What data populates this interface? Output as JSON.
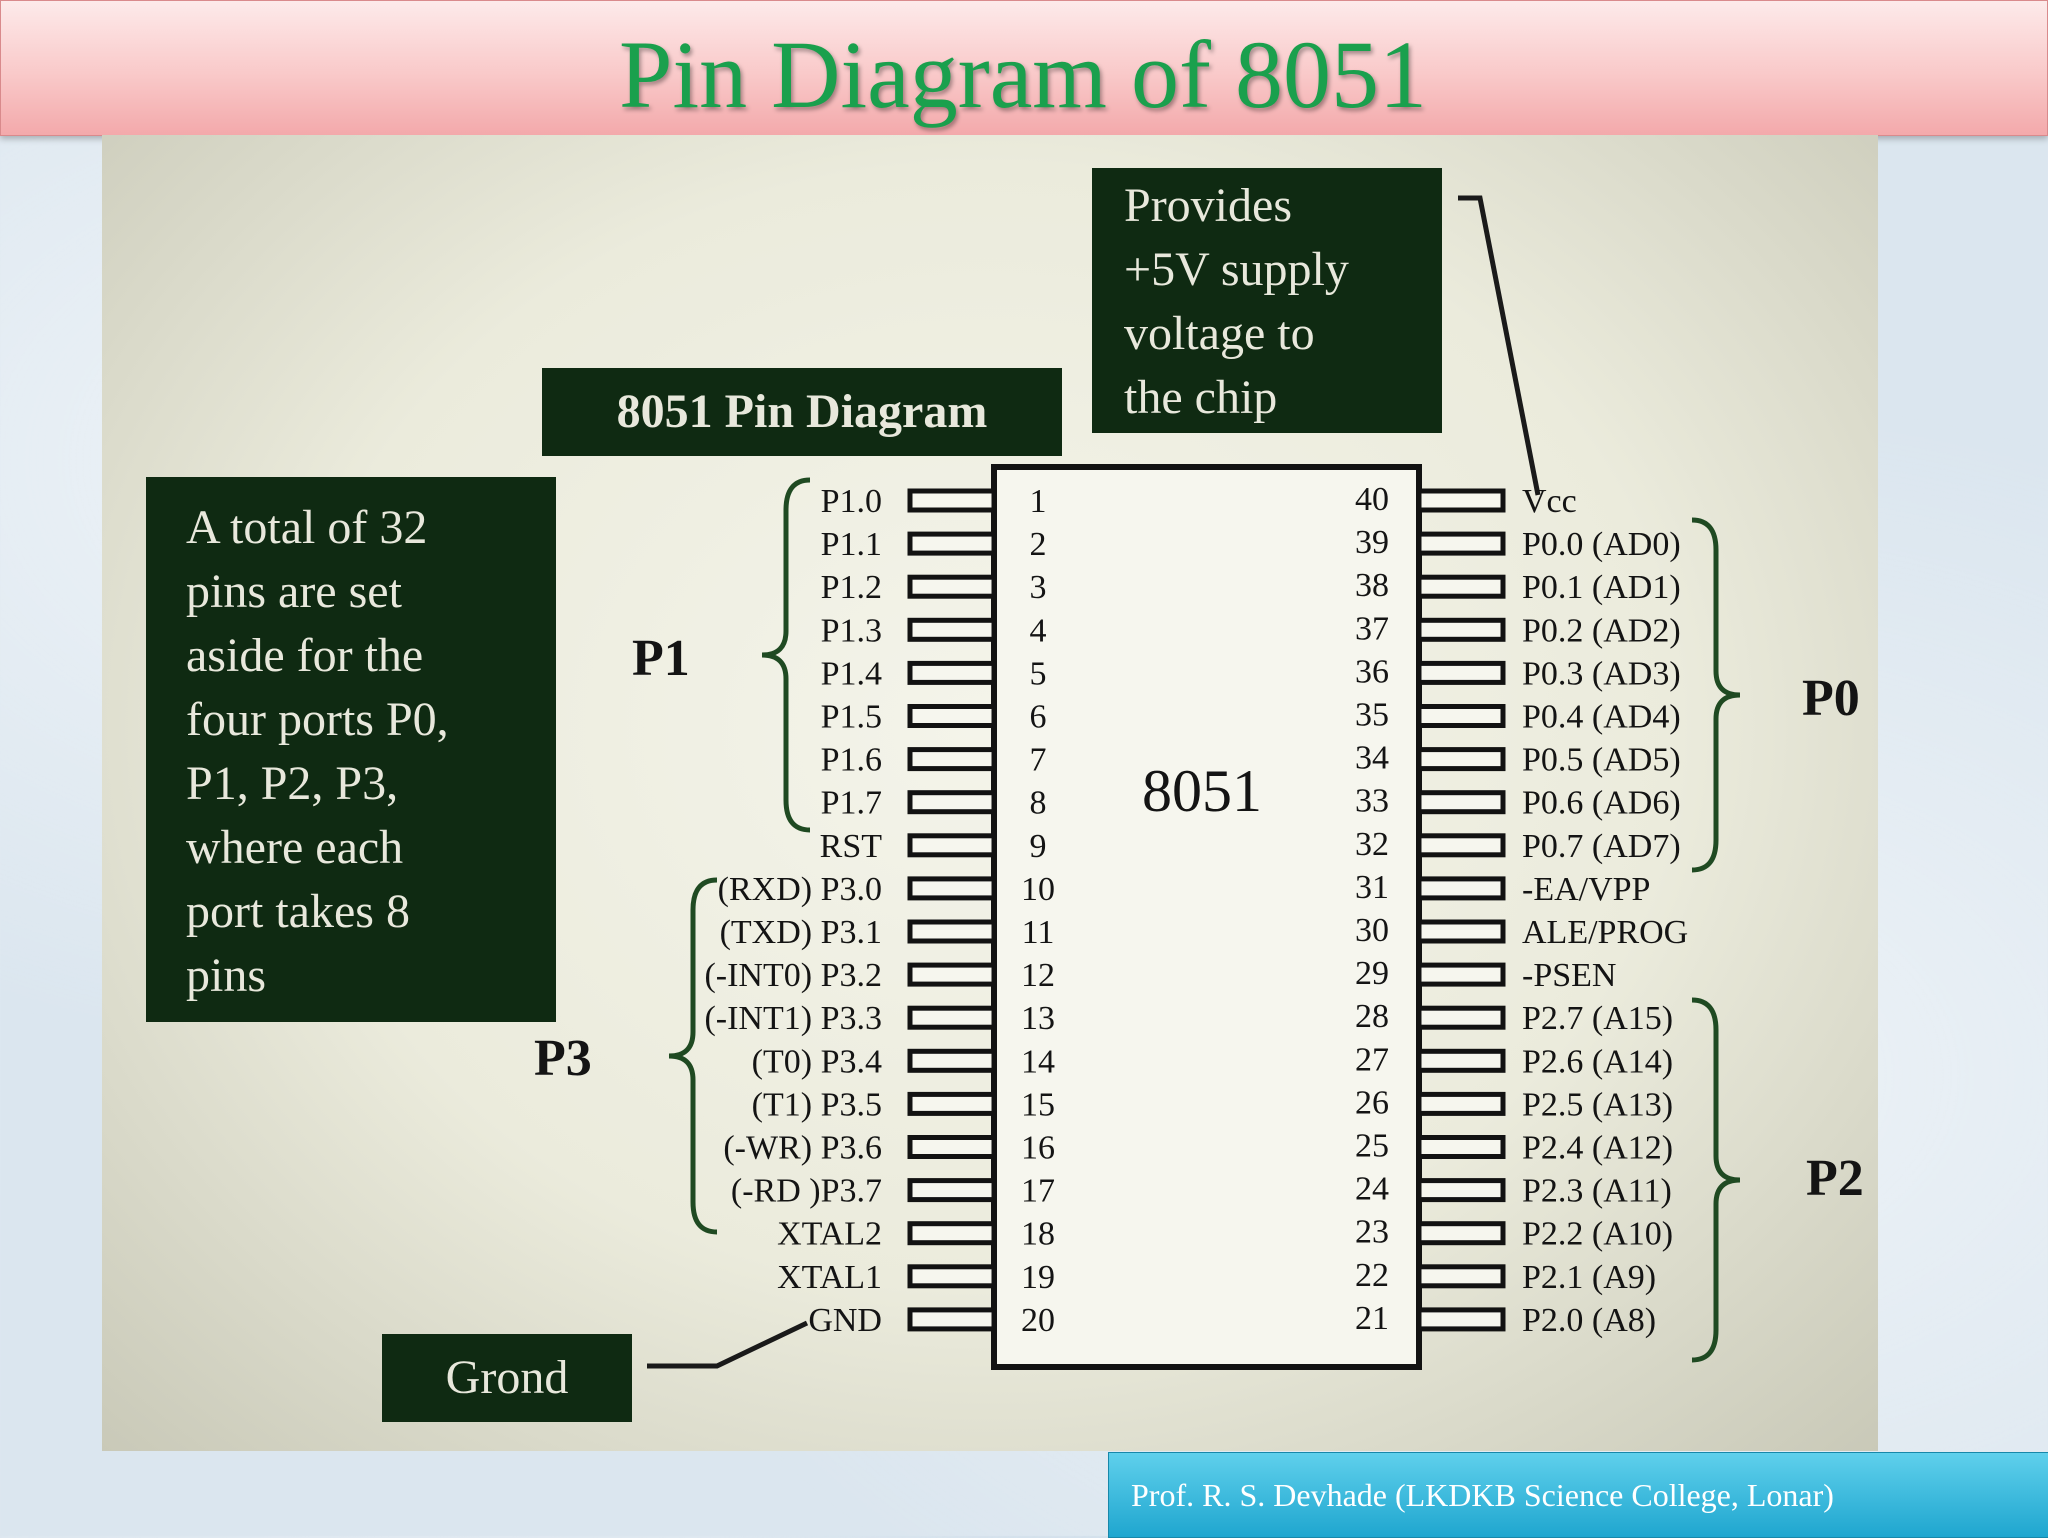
{
  "slide": {
    "title": "Pin Diagram of 8051",
    "footer": "Prof. R. S. Devhade  (LKDKB Science College, Lonar)"
  },
  "diagram": {
    "heading": "8051 Pin Diagram",
    "chip_label": "8051",
    "callout_supply": [
      "Provides",
      "+5V supply",
      "voltage to",
      "the chip"
    ],
    "callout_ports": [
      "A total of 32",
      "pins are set",
      "aside for the",
      "four ports P0,",
      "P1, P2, P3,",
      "where each",
      "port takes 8",
      "pins"
    ],
    "callout_ground": "Grond",
    "left_pins": [
      {
        "num": "1",
        "label": "P1.0"
      },
      {
        "num": "2",
        "label": "P1.1"
      },
      {
        "num": "3",
        "label": "P1.2"
      },
      {
        "num": "4",
        "label": "P1.3"
      },
      {
        "num": "5",
        "label": "P1.4"
      },
      {
        "num": "6",
        "label": "P1.5"
      },
      {
        "num": "7",
        "label": "P1.6"
      },
      {
        "num": "8",
        "label": "P1.7"
      },
      {
        "num": "9",
        "label": "RST"
      },
      {
        "num": "10",
        "label": "(RXD) P3.0"
      },
      {
        "num": "11",
        "label": "(TXD) P3.1"
      },
      {
        "num": "12",
        "label": "(-INT0) P3.2"
      },
      {
        "num": "13",
        "label": "(-INT1) P3.3"
      },
      {
        "num": "14",
        "label": "(T0) P3.4"
      },
      {
        "num": "15",
        "label": "(T1) P3.5"
      },
      {
        "num": "16",
        "label": "(-WR) P3.6"
      },
      {
        "num": "17",
        "label": "(-RD )P3.7"
      },
      {
        "num": "18",
        "label": "XTAL2"
      },
      {
        "num": "19",
        "label": "XTAL1"
      },
      {
        "num": "20",
        "label": "GND"
      }
    ],
    "right_pins": [
      {
        "num": "40",
        "label": "Vcc"
      },
      {
        "num": "39",
        "label": "P0.0 (AD0)"
      },
      {
        "num": "38",
        "label": "P0.1 (AD1)"
      },
      {
        "num": "37",
        "label": "P0.2 (AD2)"
      },
      {
        "num": "36",
        "label": "P0.3 (AD3)"
      },
      {
        "num": "35",
        "label": "P0.4 (AD4)"
      },
      {
        "num": "34",
        "label": "P0.5 (AD5)"
      },
      {
        "num": "33",
        "label": "P0.6 (AD6)"
      },
      {
        "num": "32",
        "label": "P0.7 (AD7)"
      },
      {
        "num": "31",
        "label": "-EA/VPP"
      },
      {
        "num": "30",
        "label": "ALE/PROG"
      },
      {
        "num": "29",
        "label": "-PSEN"
      },
      {
        "num": "28",
        "label": "P2.7 (A15)"
      },
      {
        "num": "27",
        "label": "P2.6 (A14)"
      },
      {
        "num": "26",
        "label": "P2.5 (A13)"
      },
      {
        "num": "25",
        "label": "P2.4 (A12)"
      },
      {
        "num": "24",
        "label": "P2.3 (A11)"
      },
      {
        "num": "23",
        "label": "P2.2 (A10)"
      },
      {
        "num": "22",
        "label": "P2.1 (A9)"
      },
      {
        "num": "21",
        "label": "P2.0 (A8)"
      }
    ],
    "port_labels": {
      "p1": "P1",
      "p3": "P3",
      "p0": "P0",
      "p2": "P2"
    }
  },
  "colors": {
    "title_green": "#1aa04d",
    "box_dark": "#0f2a12",
    "ink": "#141414",
    "bracket_green": "#1f4a22"
  }
}
